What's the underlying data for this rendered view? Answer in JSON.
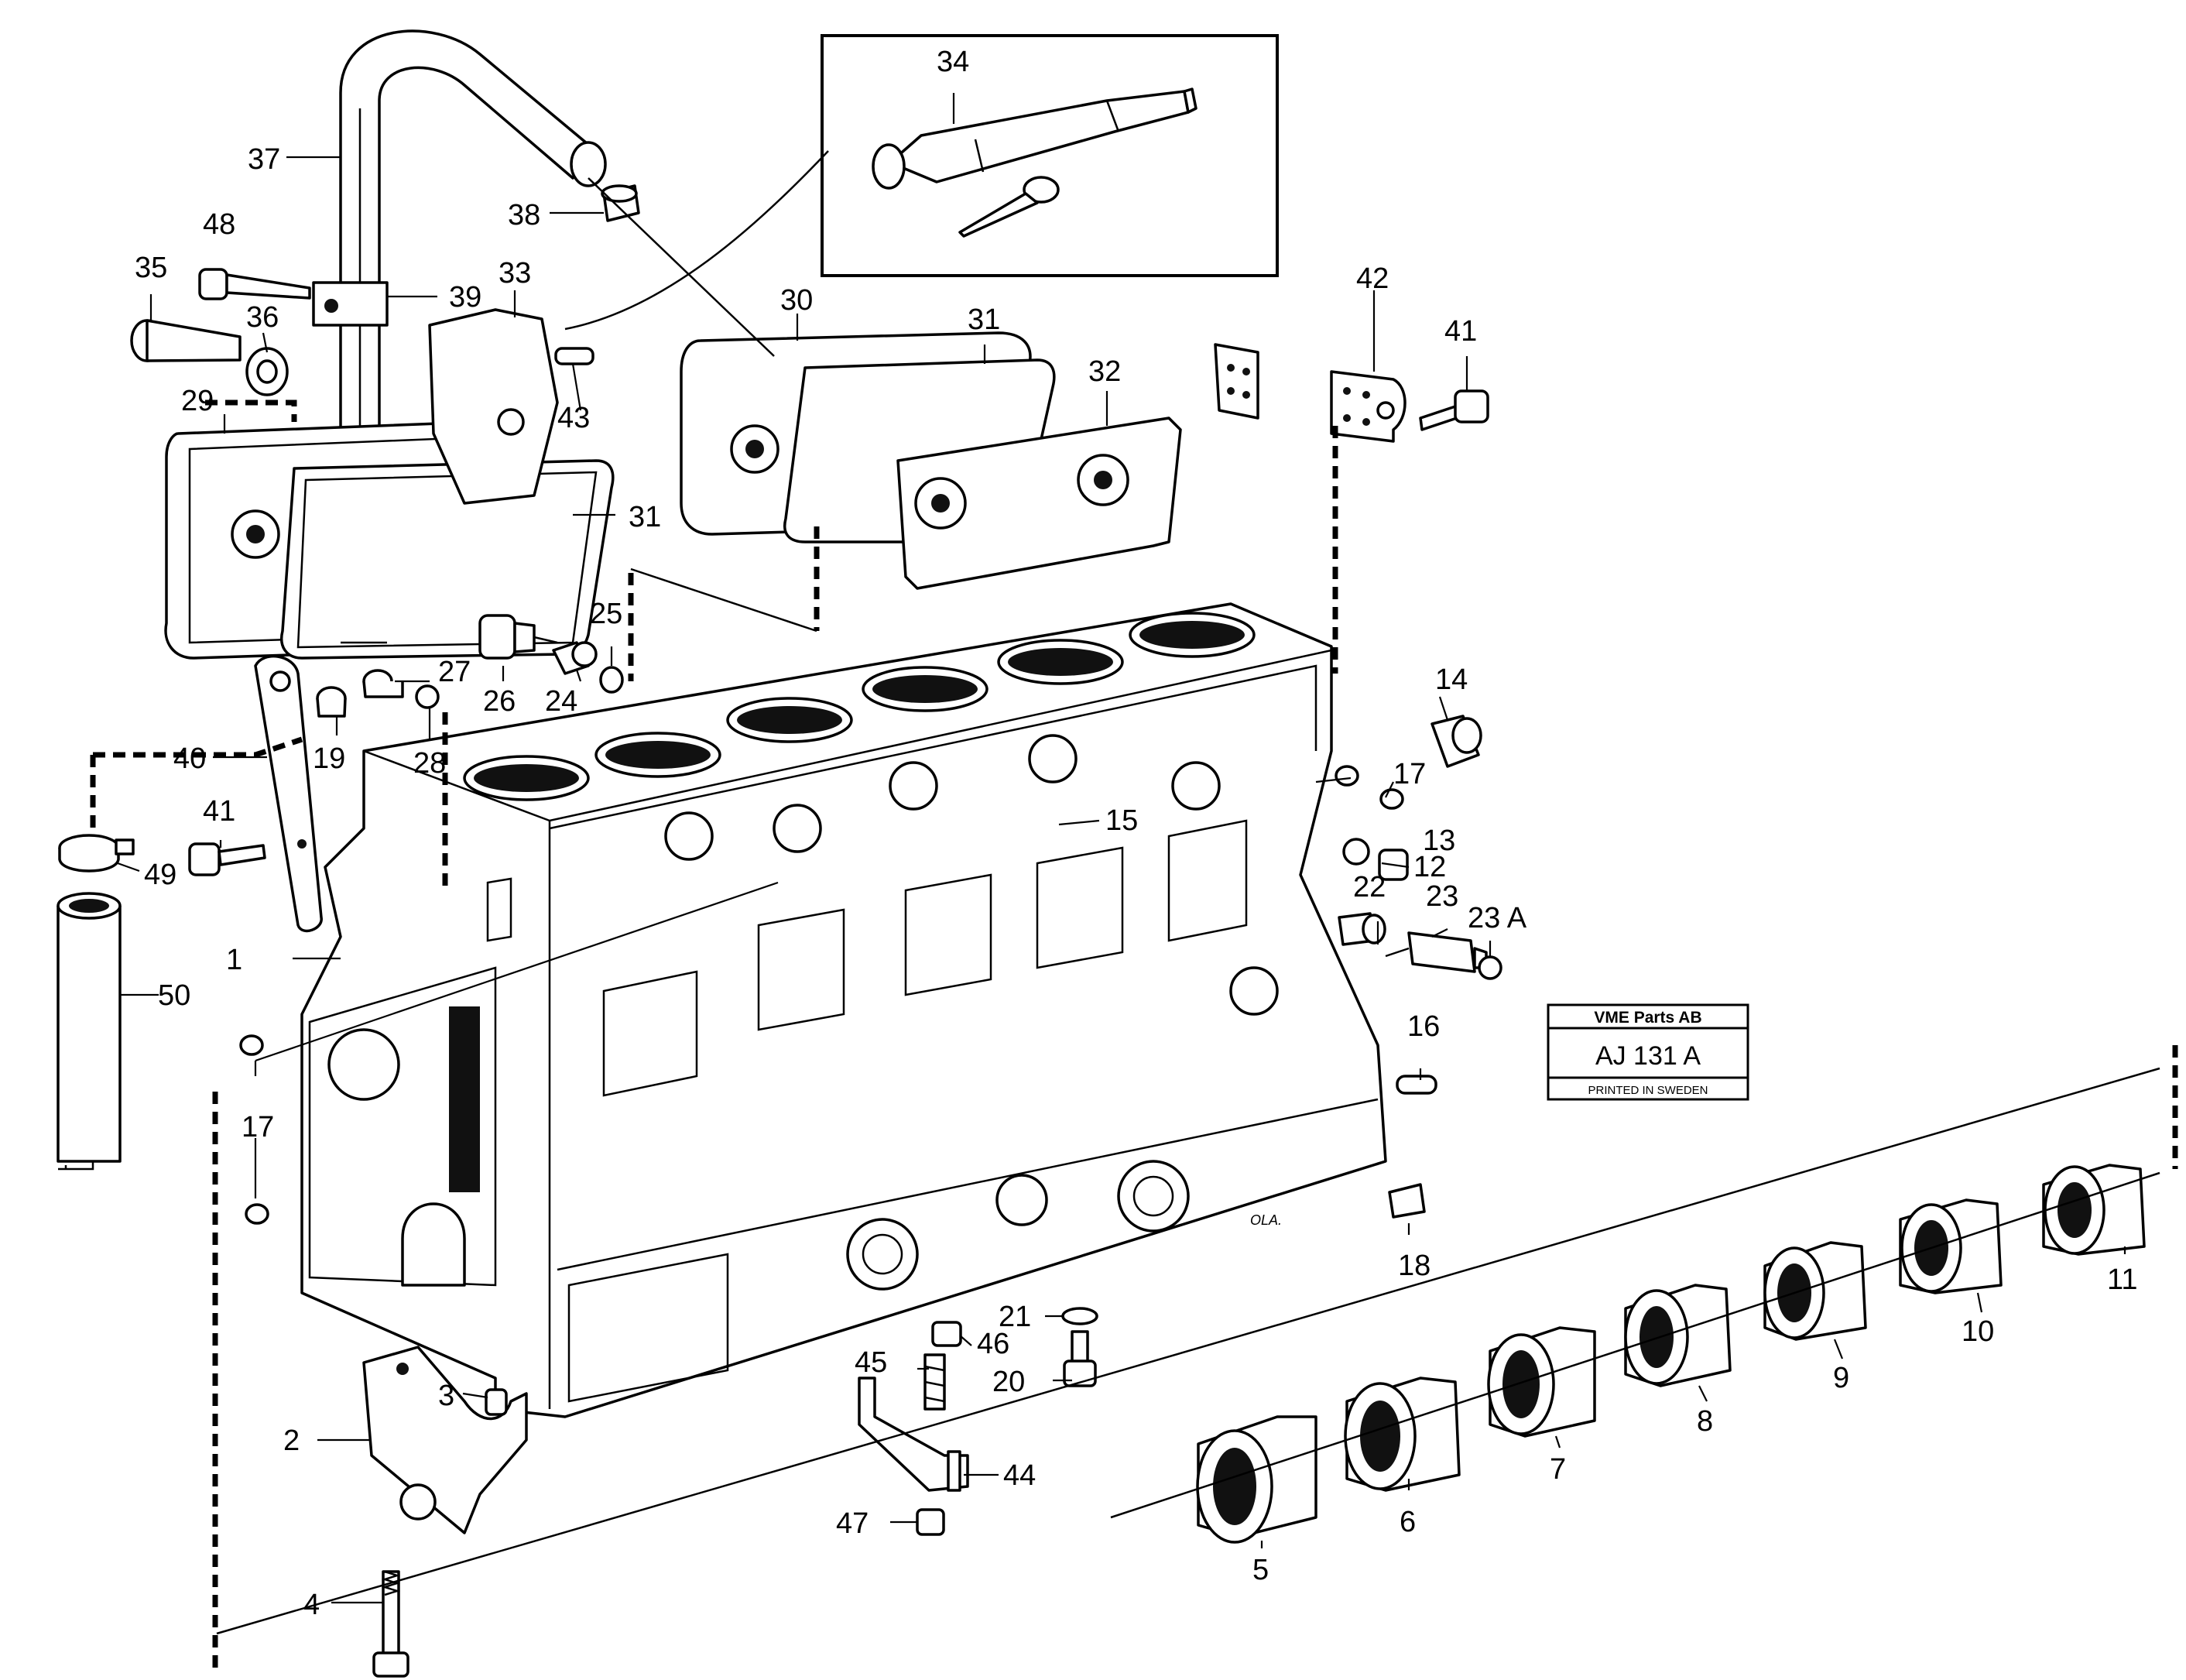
{
  "stamp": {
    "company": "VME Parts AB",
    "code": "AJ 131  A",
    "printed": "PRINTED IN SWEDEN"
  },
  "signature": "OLA.",
  "callouts": {
    "c1": "1",
    "c2": "2",
    "c3": "3",
    "c4": "4",
    "c5": "5",
    "c6": "6",
    "c7": "7",
    "c8": "8",
    "c9": "9",
    "c10": "10",
    "c11": "11",
    "c12": "12",
    "c13": "13",
    "c14": "14",
    "c15": "15",
    "c16": "16",
    "c17a": "17",
    "c17b": "17",
    "c18": "18",
    "c19": "19",
    "c20": "20",
    "c21": "21",
    "c22": "22",
    "c23": "23",
    "c23a": "23 A",
    "c24": "24",
    "c25": "25",
    "c26": "26",
    "c27": "27",
    "c28": "28",
    "c29": "29",
    "c30": "30",
    "c31a": "31",
    "c31b": "31",
    "c32": "32",
    "c33": "33",
    "c34": "34",
    "c35": "35",
    "c36": "36",
    "c37": "37",
    "c38": "38",
    "c39": "39",
    "c40": "40",
    "c41a": "41",
    "c41b": "41",
    "c42": "42",
    "c43": "43",
    "c44": "44",
    "c45": "45",
    "c46": "46",
    "c47": "47",
    "c48": "48",
    "c49": "49",
    "c50": "50"
  }
}
